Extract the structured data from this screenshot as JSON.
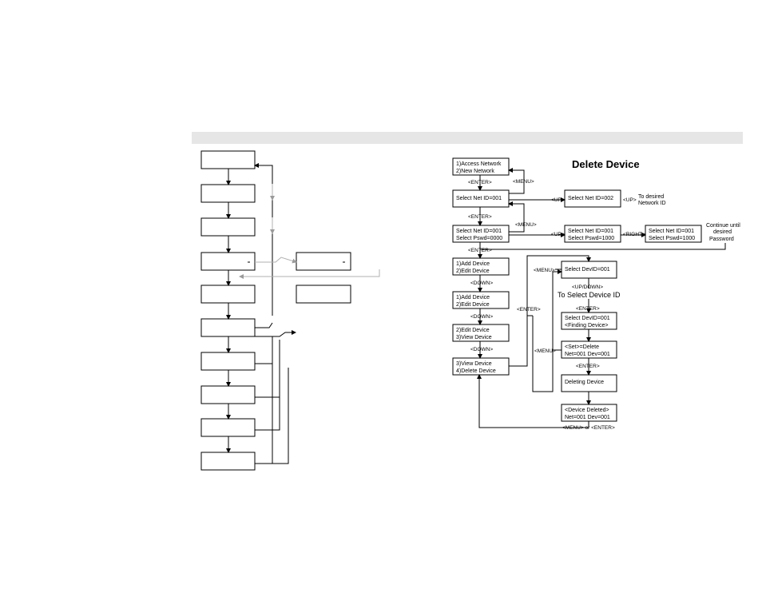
{
  "title": "Delete Device",
  "boxes": {
    "access_network": [
      "1)Access Network",
      "2)New Network"
    ],
    "select_net_id": [
      "Select Net ID=001"
    ],
    "select_net_id_up": [
      "Select Net ID=002"
    ],
    "select_pswd": [
      "Select Net ID=001",
      "Select Pswd=0000"
    ],
    "select_pswd_up": [
      "Select Net ID=001",
      "Select Pswd=1000"
    ],
    "select_pswd_right": [
      "Select Net ID=001",
      "Select Pswd=1000"
    ],
    "add_device_1": [
      "1)Add Device",
      "2)Edit Device"
    ],
    "add_device_2": [
      "1)Add Device",
      "2)Edit Device"
    ],
    "edit_device": [
      "2)Edit Device",
      "3)View Device"
    ],
    "view_device": [
      "3)View Device",
      "4)Delete Device"
    ],
    "select_devid": [
      "Select DevID=001"
    ],
    "finding_device": [
      "Select DevID=001",
      "<Finding Device>"
    ],
    "set_delete": [
      "<Set>=Delete",
      "Net=001 Dev=001"
    ],
    "deleting_device": [
      "Deleting Device"
    ],
    "device_deleted": [
      "<Device Deleted>",
      "Net=001 Dev=001"
    ]
  },
  "labels": {
    "enter_1": "<ENTER>",
    "enter_2": "<ENTER>",
    "enter_3": "<ENTER>",
    "menu_1": "<MENU>",
    "menu_2": "<MENU>",
    "up_1": "<UP>",
    "up_2": "<UP>",
    "up_3": "<UP>",
    "right": "<RIGHT>",
    "down_1": "<DOWN>",
    "down_2": "<DOWN>",
    "down_3": "<DOWN>",
    "menu_3": "<MENU>",
    "enter_4": "<ENTER>",
    "menu_4": "<MENU>",
    "up_down": "<UP/DOWN>",
    "enter_5": "<ENTER>",
    "enter_6": "<ENTER>",
    "menu_or_enter": "<MENU> or <ENTER>"
  },
  "notes": {
    "to_desired_network_id": [
      "To desired",
      "Network ID"
    ],
    "continue_until": [
      "Continue until",
      "desired",
      "Password"
    ],
    "to_select_device_id": "To Select Device ID"
  }
}
